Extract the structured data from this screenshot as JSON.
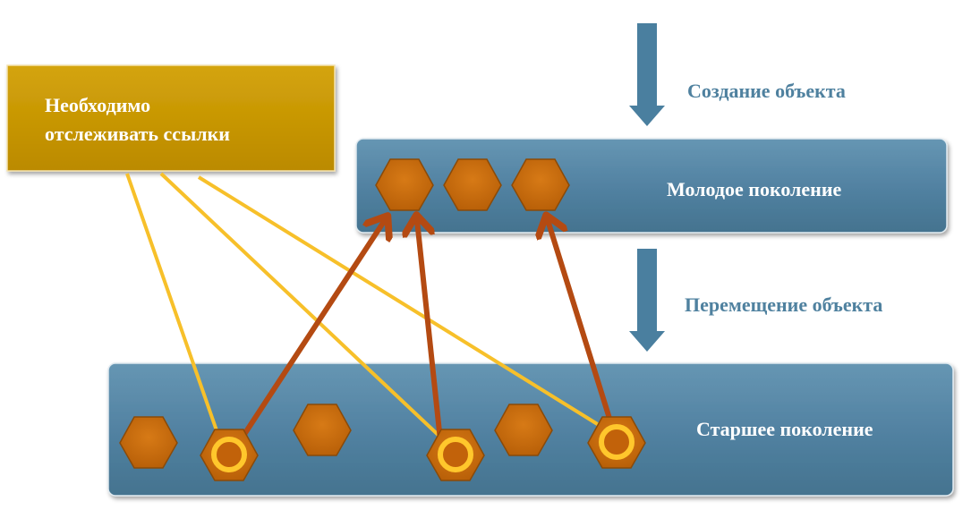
{
  "note": {
    "lines": [
      "Необходимо",
      "отслеживать ссылки"
    ]
  },
  "flow": {
    "create_label": "Создание объекта",
    "move_label": "Перемещение объекта"
  },
  "young": {
    "label": "Молодое поколение"
  },
  "old": {
    "label": "Старшее поколение"
  },
  "colors": {
    "panel": "#4f81a1",
    "note": "#c79500",
    "hexagon": "#c86a0a",
    "highlight_ring": "#ffc72c",
    "tracking_line": "#f7c02a",
    "reference_arrow": "#b44a12",
    "flow_arrow": "#4a7f9f"
  }
}
